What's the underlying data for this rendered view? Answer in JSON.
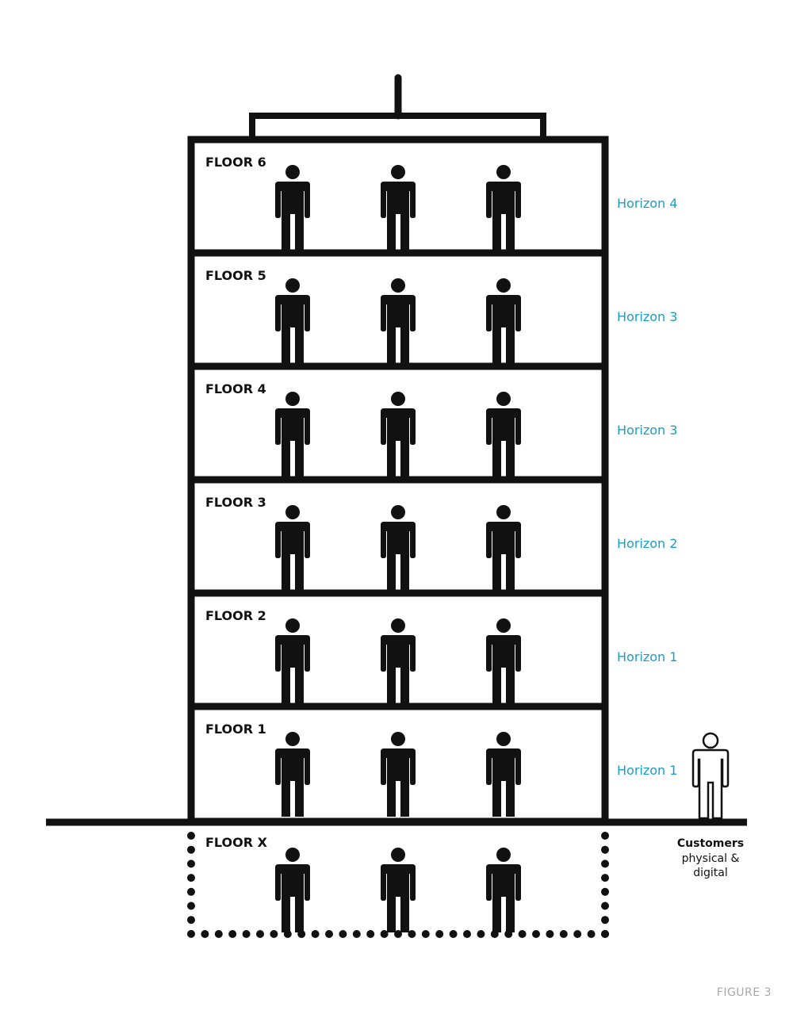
{
  "colors": {
    "structure": "#111111",
    "horizon_text": "#1a9fc4",
    "figure_label": "#a8a8a8",
    "customer_fill": "#ffffff"
  },
  "floors": [
    {
      "label": "FLOOR 6",
      "horizon": "Horizon 4",
      "people": 3
    },
    {
      "label": "FLOOR 5",
      "horizon": "Horizon 3",
      "people": 3
    },
    {
      "label": "FLOOR 4",
      "horizon": "Horizon 3",
      "people": 3
    },
    {
      "label": "FLOOR 3",
      "horizon": "Horizon 2",
      "people": 3
    },
    {
      "label": "FLOOR 2",
      "horizon": "Horizon 1",
      "people": 3
    },
    {
      "label": "FLOOR 1",
      "horizon": "Horizon 1",
      "people": 3
    }
  ],
  "basement": {
    "label": "FLOOR X",
    "people": 3
  },
  "customers": {
    "title": "Customers",
    "line1": "physical &",
    "line2": "digital",
    "icon": "person-outline-icon"
  },
  "figure_label": "FIGURE 3",
  "icons": {
    "employee": "person-icon",
    "customer": "person-outline-icon"
  }
}
